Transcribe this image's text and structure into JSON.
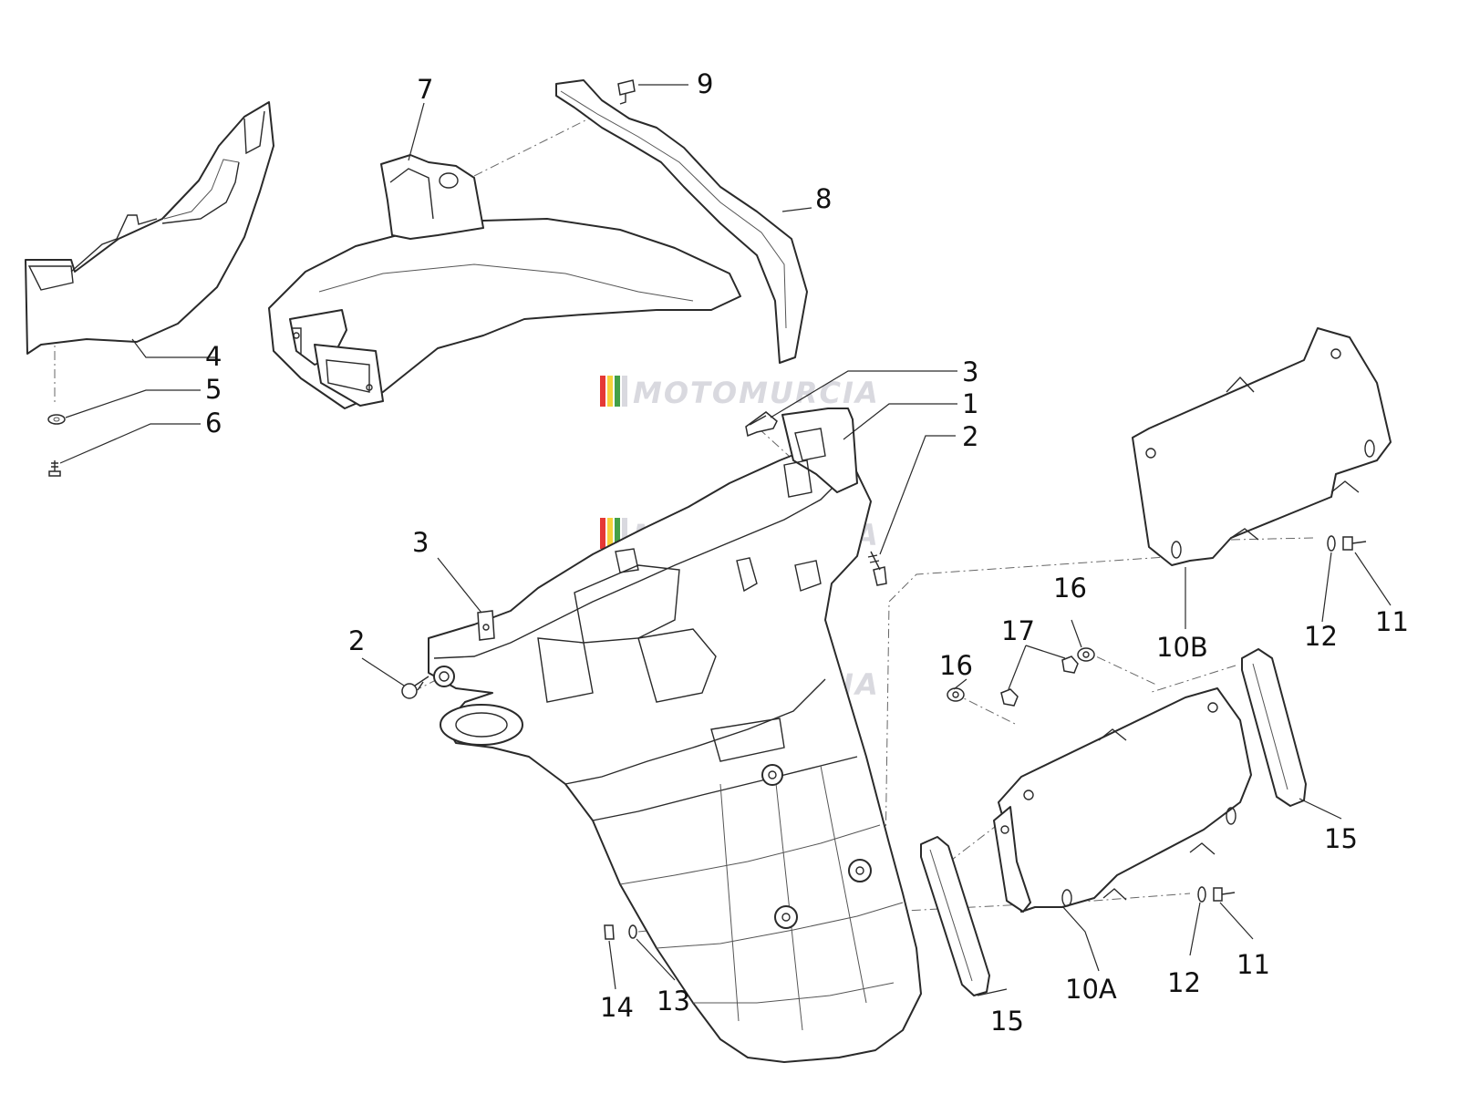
{
  "watermark": {
    "text": "MOTOMURCIA",
    "stripe_colors": [
      "#e53935",
      "#f5d23b",
      "#43a047"
    ]
  },
  "callouts": [
    {
      "id": "c1",
      "label": "1"
    },
    {
      "id": "c2a",
      "label": "2"
    },
    {
      "id": "c2b",
      "label": "2"
    },
    {
      "id": "c3a",
      "label": "3"
    },
    {
      "id": "c3b",
      "label": "3"
    },
    {
      "id": "c4",
      "label": "4"
    },
    {
      "id": "c5",
      "label": "5"
    },
    {
      "id": "c6",
      "label": "6"
    },
    {
      "id": "c7",
      "label": "7"
    },
    {
      "id": "c8",
      "label": "8"
    },
    {
      "id": "c9",
      "label": "9"
    },
    {
      "id": "c10a",
      "label": "10A"
    },
    {
      "id": "c10b",
      "label": "10B"
    },
    {
      "id": "c11a",
      "label": "11"
    },
    {
      "id": "c11b",
      "label": "11"
    },
    {
      "id": "c12a",
      "label": "12"
    },
    {
      "id": "c12b",
      "label": "12"
    },
    {
      "id": "c13",
      "label": "13"
    },
    {
      "id": "c14",
      "label": "14"
    },
    {
      "id": "c15a",
      "label": "15"
    },
    {
      "id": "c15b",
      "label": "15"
    },
    {
      "id": "c16a",
      "label": "16"
    },
    {
      "id": "c16b",
      "label": "16"
    },
    {
      "id": "c17",
      "label": "17"
    }
  ]
}
